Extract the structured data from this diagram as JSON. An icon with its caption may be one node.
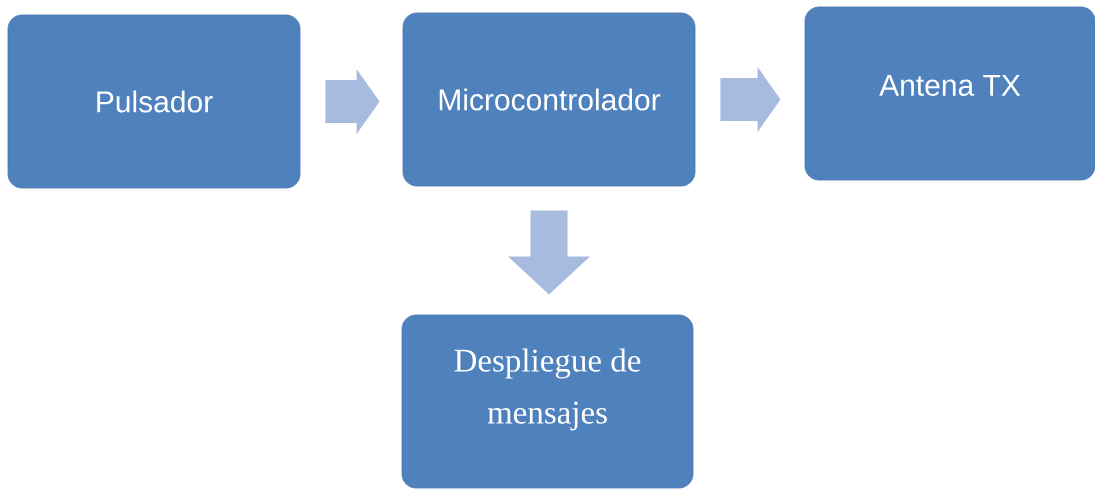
{
  "diagram": {
    "nodes": [
      {
        "text": [
          "Pulsador"
        ]
      },
      {
        "text": [
          "Microcontrolador"
        ]
      },
      {
        "text": [
          "Antena TX"
        ]
      },
      {
        "text": [
          "Despliegue de mensajes"
        ]
      }
    ],
    "edges": [
      {
        "from": 0,
        "to": 1,
        "arrow": "to"
      },
      {
        "from": 1,
        "to": 2,
        "arrow": "to"
      },
      {
        "from": 1,
        "to": 3,
        "arrow": "to"
      }
    ]
  }
}
